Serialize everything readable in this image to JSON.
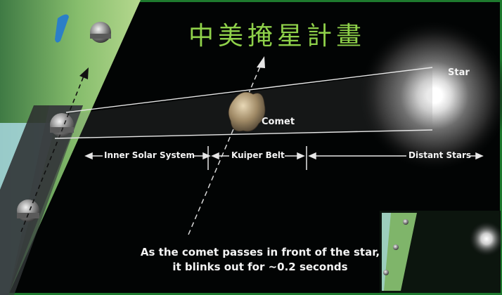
{
  "title": "中美掩星計畫",
  "labels": {
    "star": "Star",
    "comet": "Comet",
    "inner_solar_system": "Inner Solar System",
    "kuiper_belt": "Kuiper Belt",
    "distant_stars": "Distant Stars"
  },
  "caption": {
    "line1": "As the comet passes in front of the star,",
    "line2": "it blinks out for ~0.2 seconds"
  },
  "colors": {
    "title": "#8fd14a",
    "earth_surface": "#7fb56a",
    "ocean": "#a8d8e0",
    "background": "#020404",
    "inset_background": "#101c12"
  }
}
